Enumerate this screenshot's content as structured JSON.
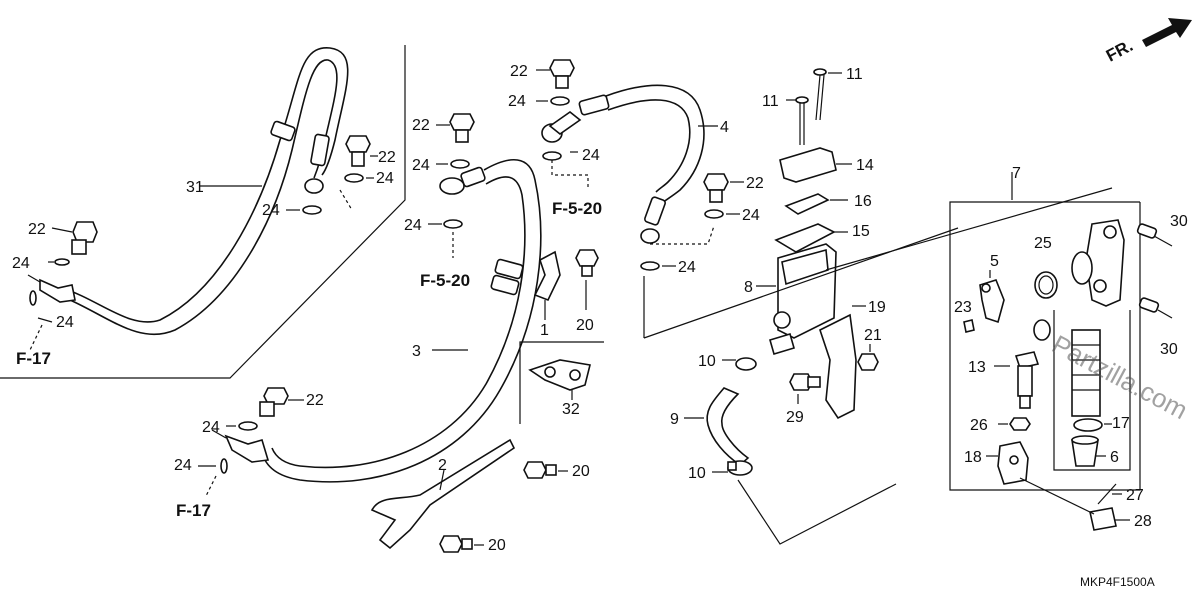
{
  "diagram": {
    "code": "MKP4F1500A",
    "front_indicator": "FR.",
    "watermark": "Partzilla.com"
  },
  "references": {
    "f520_a": "F-5-20",
    "f520_b": "F-5-20",
    "f17_a": "F-17",
    "f17_b": "F-17"
  },
  "labels": {
    "p1": "1",
    "p2": "2",
    "p3": "3",
    "p4": "4",
    "p5": "5",
    "p6": "6",
    "p7": "7",
    "p8": "8",
    "p9": "9",
    "p10a": "10",
    "p10b": "10",
    "p11a": "11",
    "p11b": "11",
    "p13": "13",
    "p14": "14",
    "p15": "15",
    "p16": "16",
    "p17": "17",
    "p18": "18",
    "p19": "19",
    "p20a": "20",
    "p20b": "20",
    "p20c": "20",
    "p21": "21",
    "p22a": "22",
    "p22b": "22",
    "p22c": "22",
    "p22d": "22",
    "p22e": "22",
    "p22f": "22",
    "p23": "23",
    "p24a": "24",
    "p24b": "24",
    "p24c": "24",
    "p24d": "24",
    "p24e": "24",
    "p24f": "24",
    "p24g": "24",
    "p24h": "24",
    "p24i": "24",
    "p24j": "24",
    "p24k": "24",
    "p25": "25",
    "p26": "26",
    "p27": "27",
    "p28": "28",
    "p29": "29",
    "p30a": "30",
    "p30b": "30",
    "p31": "31",
    "p32": "32"
  }
}
